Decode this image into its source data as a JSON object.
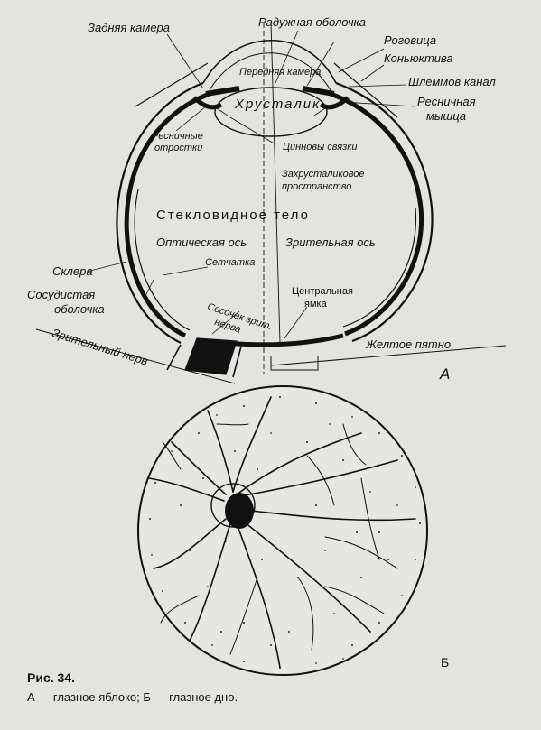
{
  "eyeball": {
    "labels": {
      "posterior_chamber": "Задняя камера",
      "iris": "Радужная оболочка",
      "cornea": "Роговица",
      "conjunctiva": "Коньюктива",
      "anterior_chamber": "Передняя камера",
      "schlemm_canal": "Шлеммов канал",
      "lens": "Хрусталик",
      "ciliary_muscle_1": "Ресничная",
      "ciliary_muscle_2": "мышца",
      "ciliary_processes_1": "Ресничные",
      "ciliary_processes_2": "отростки",
      "zonular_fibers": "Цинновы связки",
      "retrolental_space_1": "Захрусталиковое",
      "retrolental_space_2": "пространство",
      "vitreous_body": "Стекловидное тело",
      "optic_axis": "Оптическая ось",
      "visual_axis": "Зрительная ось",
      "retina": "Сетчатка",
      "sclera": "Склера",
      "choroid_1": "Сосудистая",
      "choroid_2": "оболочка",
      "optic_papilla_1": "Сосочек зрит.",
      "optic_papilla_2": "нерва",
      "fovea_1": "Центральная",
      "fovea_2": "ямка",
      "optic_nerve": "Зрительный нерв",
      "macula": "Желтое пятно",
      "panel_a": "А"
    }
  },
  "fundus": {
    "panel_b": "Б"
  },
  "caption": {
    "title": "Рис. 34.",
    "text": "А — глазное яблоко; Б — глазное дно."
  },
  "colors": {
    "ink": "#111111",
    "paper": "#e3e3e0"
  }
}
